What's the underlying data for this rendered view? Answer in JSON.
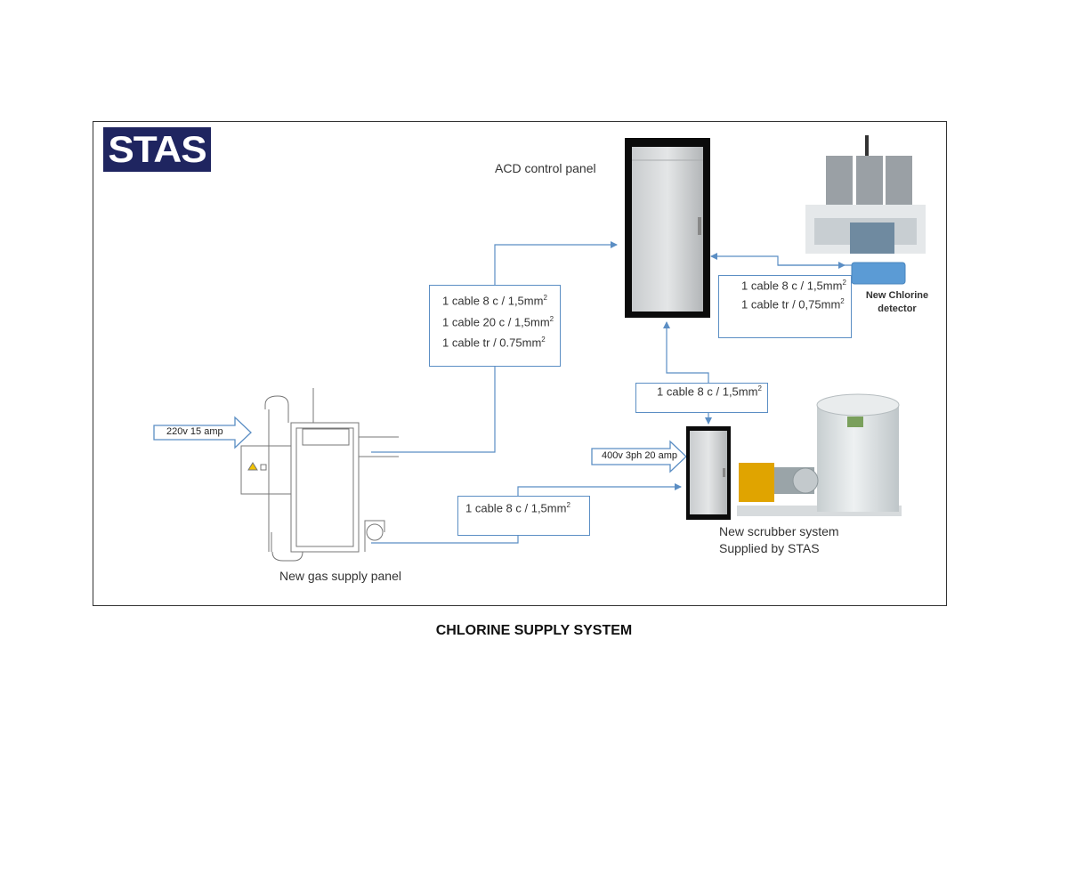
{
  "logo": {
    "text": "STAS"
  },
  "nodes": {
    "acd_panel": "ACD control panel",
    "detector": [
      "New Chlorine",
      "detector"
    ],
    "gas_panel": "New gas supply  panel",
    "scrubber": [
      "New scrubber system",
      "Supplied by STAS"
    ]
  },
  "power": {
    "gas_panel": "220v  15 amp",
    "scrubber": "400v 3ph 20 amp"
  },
  "cables": {
    "gas_to_acd": [
      "1 cable 8 c / 1,5mm",
      "1 cable 20 c / 1,5mm",
      "1 cable tr / 0.75mm"
    ],
    "detector_to_acd": [
      "1 cable 8 c / 1,5mm",
      "1 cable tr / 0,75mm"
    ],
    "scrubber_to_acd": [
      "1 cable 8 c / 1,5mm"
    ],
    "gas_to_scrubber": [
      "1 cable 8 c / 1,5mm"
    ]
  },
  "unit_superscript": "2",
  "caption": "CHLORINE SUPPLY SYSTEM",
  "colors": {
    "line": "#5b8ec4",
    "logo_bg": "#1f2560",
    "detector": "#5b9bd5",
    "scrubber_tank": "#dfe4e6",
    "motor": "#e0a400"
  }
}
